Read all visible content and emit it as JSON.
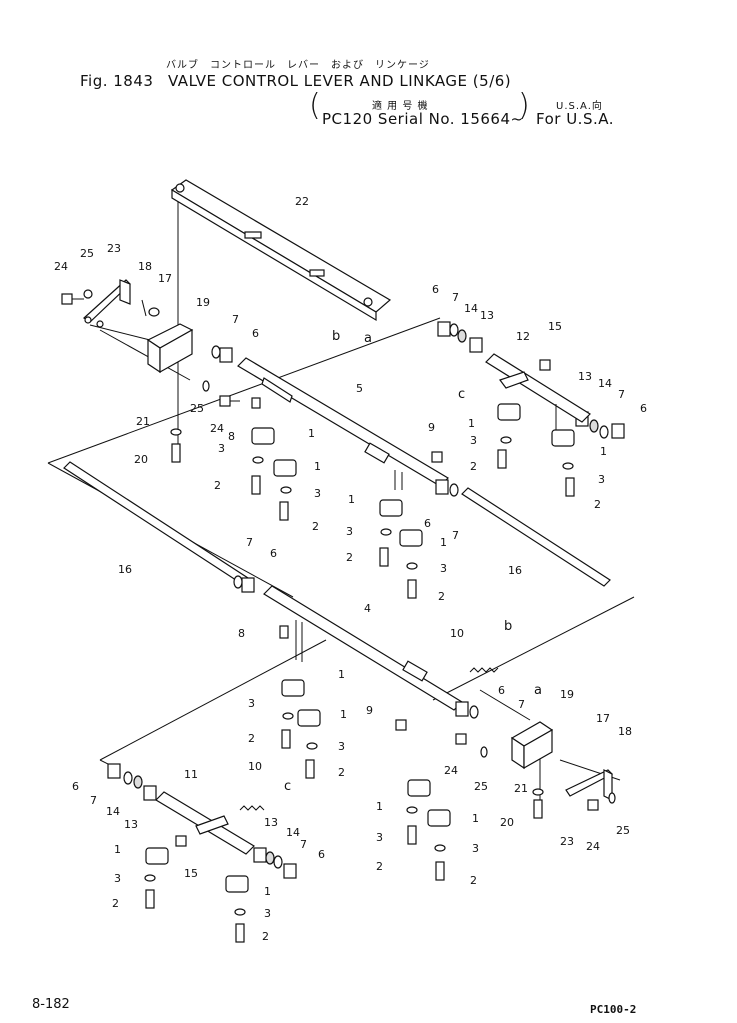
{
  "header": {
    "jp_line1": "バルブ　コントロール　レバー　および　リンケージ",
    "fig_label": "Fig. 1843",
    "title": "VALVE CONTROL LEVER AND LINKAGE (5/6)",
    "jp_applicable": "適 用 号 機",
    "serial_applicability": "PC120 Serial No. 15664~",
    "jp_region": "U.S.A.向",
    "region": "For U.S.A."
  },
  "diagram": {
    "callouts": [
      "1",
      "2",
      "3",
      "4",
      "5",
      "6",
      "7",
      "8",
      "9",
      "10",
      "11",
      "12",
      "13",
      "14",
      "15",
      "16",
      "17",
      "18",
      "19",
      "20",
      "21",
      "22",
      "23",
      "24",
      "25"
    ],
    "reference_letters": [
      "a",
      "b",
      "c"
    ]
  },
  "footer": {
    "page_number": "8-182",
    "model_code": "PC100-2"
  }
}
